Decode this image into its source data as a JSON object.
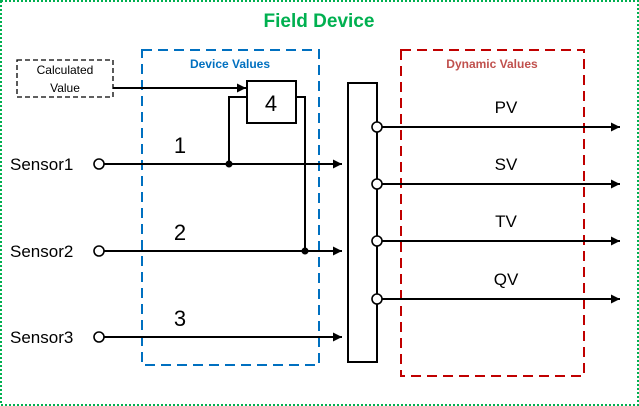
{
  "title": "Field Device",
  "colors": {
    "field_device": "#00b050",
    "device_values": "#0070c0",
    "dynamic_values": "#c00000",
    "dynamic_values_text": "#c0504d",
    "line": "#000000"
  },
  "calculated_value": {
    "line1": "Calculated",
    "line2": "Value"
  },
  "device_values": {
    "label": "Device Values",
    "channels": [
      "1",
      "2",
      "3"
    ],
    "calculated_channel": "4"
  },
  "sensors": [
    "Sensor1",
    "Sensor2",
    "Sensor3"
  ],
  "dynamic_values": {
    "label": "Dynamic Values",
    "outputs": [
      "PV",
      "SV",
      "TV",
      "QV"
    ]
  }
}
